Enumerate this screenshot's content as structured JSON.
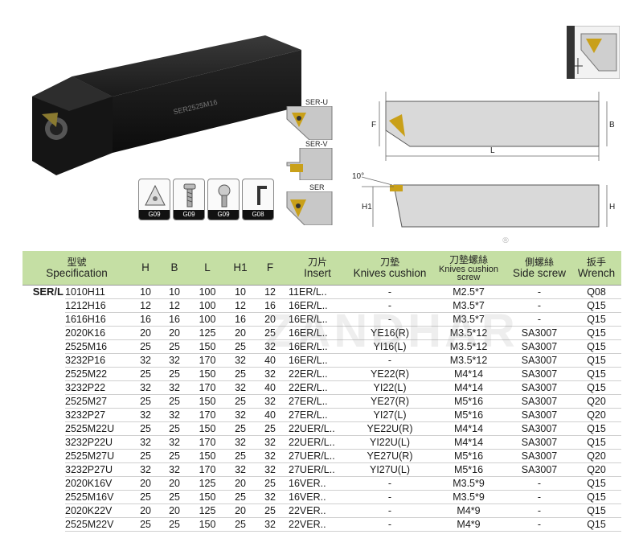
{
  "illustration": {
    "holder_marking": "SER2525M16",
    "holder_sub": "SER",
    "insert_types": [
      "SER-U",
      "SER-V",
      "SER"
    ],
    "parts": [
      {
        "name": "insert-icon",
        "tag": "G09"
      },
      {
        "name": "screw-icon",
        "tag": "G09"
      },
      {
        "name": "cushion-icon",
        "tag": "G09"
      },
      {
        "name": "wrench-icon",
        "tag": "G08"
      }
    ],
    "dimension_labels": {
      "F": "F",
      "B": "B",
      "L": "L",
      "H1": "H1",
      "H": "H",
      "angle": "10°"
    }
  },
  "watermark": "ZANDHAR",
  "table": {
    "headers": [
      {
        "zh": "型號",
        "en": "Specification"
      },
      {
        "zh": "",
        "en": "H"
      },
      {
        "zh": "",
        "en": "B"
      },
      {
        "zh": "",
        "en": "L"
      },
      {
        "zh": "",
        "en": "H1"
      },
      {
        "zh": "",
        "en": "F"
      },
      {
        "zh": "刀片",
        "en": "Insert"
      },
      {
        "zh": "刀墊",
        "en": "Knives cushion"
      },
      {
        "zh": "刀墊螺絲",
        "en": "Knives cushion screw"
      },
      {
        "zh": "側螺絲",
        "en": "Side screw"
      },
      {
        "zh": "扳手",
        "en": "Wrench"
      }
    ],
    "group_label": "SER/L",
    "rows": [
      [
        "1010H11",
        "10",
        "10",
        "100",
        "10",
        "12",
        "11ER/L..",
        "-",
        "M2.5*7",
        "-",
        "Q08"
      ],
      [
        "1212H16",
        "12",
        "12",
        "100",
        "12",
        "16",
        "16ER/L..",
        "-",
        "M3.5*7",
        "-",
        "Q15"
      ],
      [
        "1616H16",
        "16",
        "16",
        "100",
        "16",
        "20",
        "16ER/L..",
        "-",
        "M3.5*7",
        "-",
        "Q15"
      ],
      [
        "2020K16",
        "20",
        "20",
        "125",
        "20",
        "25",
        "16ER/L..",
        "YE16(R)",
        "M3.5*12",
        "SA3007",
        "Q15"
      ],
      [
        "2525M16",
        "25",
        "25",
        "150",
        "25",
        "32",
        "16ER/L..",
        "YI16(L)",
        "M3.5*12",
        "SA3007",
        "Q15"
      ],
      [
        "3232P16",
        "32",
        "32",
        "170",
        "32",
        "40",
        "16ER/L..",
        "-",
        "M3.5*12",
        "SA3007",
        "Q15"
      ],
      [
        "2525M22",
        "25",
        "25",
        "150",
        "25",
        "32",
        "22ER/L..",
        "YE22(R)",
        "M4*14",
        "SA3007",
        "Q15"
      ],
      [
        "3232P22",
        "32",
        "32",
        "170",
        "32",
        "40",
        "22ER/L..",
        "YI22(L)",
        "M4*14",
        "SA3007",
        "Q15"
      ],
      [
        "2525M27",
        "25",
        "25",
        "150",
        "25",
        "32",
        "27ER/L..",
        "YE27(R)",
        "M5*16",
        "SA3007",
        "Q20"
      ],
      [
        "3232P27",
        "32",
        "32",
        "170",
        "32",
        "40",
        "27ER/L..",
        "YI27(L)",
        "M5*16",
        "SA3007",
        "Q20"
      ],
      [
        "2525M22U",
        "25",
        "25",
        "150",
        "25",
        "25",
        "22UER/L..",
        "YE22U(R)",
        "M4*14",
        "SA3007",
        "Q15"
      ],
      [
        "3232P22U",
        "32",
        "32",
        "170",
        "32",
        "32",
        "22UER/L..",
        "YI22U(L)",
        "M4*14",
        "SA3007",
        "Q15"
      ],
      [
        "2525M27U",
        "25",
        "25",
        "150",
        "25",
        "32",
        "27UER/L..",
        "YE27U(R)",
        "M5*16",
        "SA3007",
        "Q20"
      ],
      [
        "3232P27U",
        "32",
        "32",
        "170",
        "32",
        "32",
        "27UER/L..",
        "YI27U(L)",
        "M5*16",
        "SA3007",
        "Q20"
      ],
      [
        "2020K16V",
        "20",
        "20",
        "125",
        "20",
        "25",
        "16VER..",
        "-",
        "M3.5*9",
        "-",
        "Q15"
      ],
      [
        "2525M16V",
        "25",
        "25",
        "150",
        "25",
        "32",
        "16VER..",
        "-",
        "M3.5*9",
        "-",
        "Q15"
      ],
      [
        "2020K22V",
        "20",
        "20",
        "125",
        "20",
        "25",
        "22VER..",
        "-",
        "M4*9",
        "-",
        "Q15"
      ],
      [
        "2525M22V",
        "25",
        "25",
        "150",
        "25",
        "32",
        "22VER..",
        "-",
        "M4*9",
        "-",
        "Q15"
      ]
    ]
  }
}
